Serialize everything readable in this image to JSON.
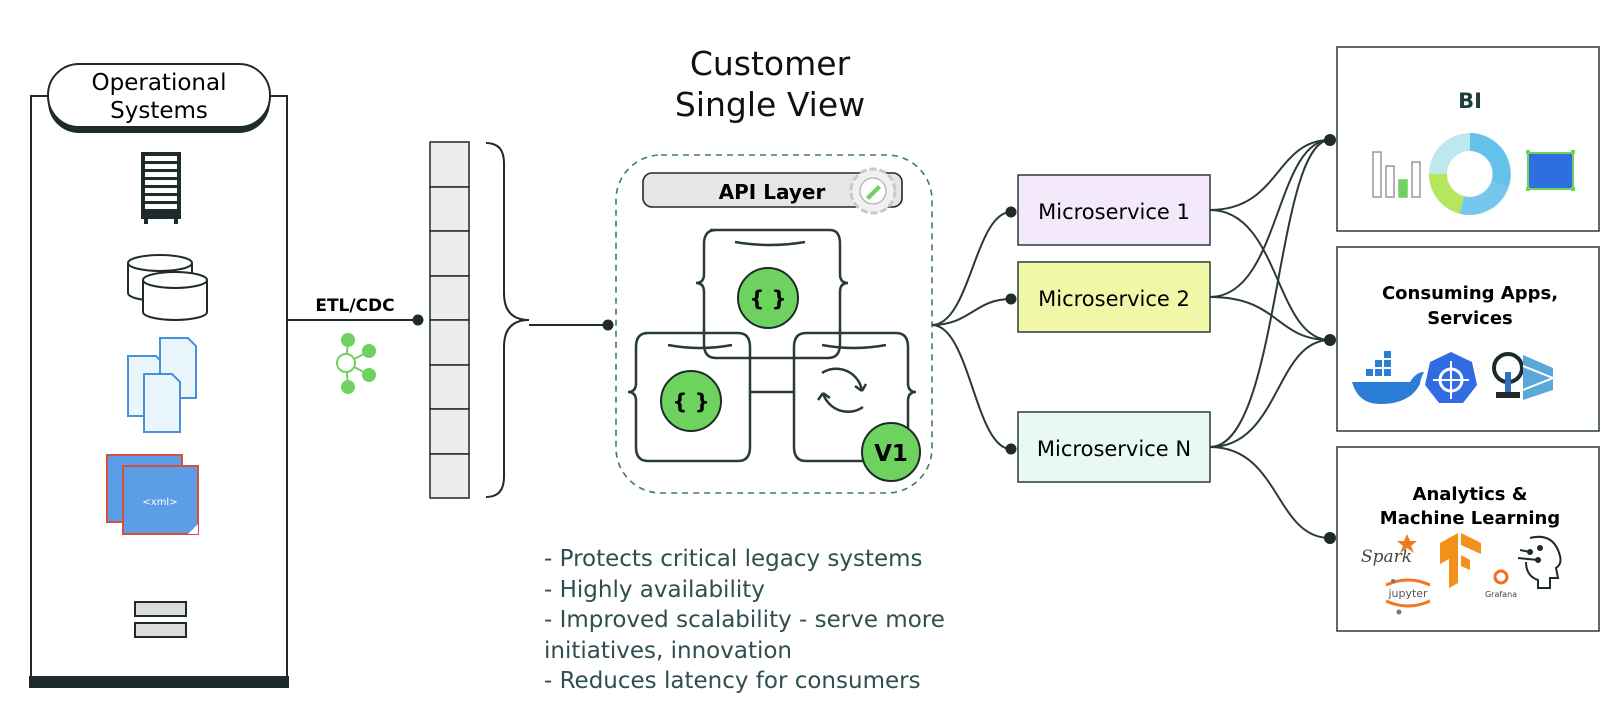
{
  "title": {
    "line1": "Customer",
    "line2": "Single View"
  },
  "operational_systems": {
    "title_line1": "Operational",
    "title_line2": "Systems",
    "icons": [
      "server-rack-icon",
      "database-icon",
      "documents-icon",
      "xml-file-icon",
      "storage-icon"
    ],
    "xml_label": "<xml>"
  },
  "etl": {
    "label": "ETL/CDC",
    "icon": "kafka-node-icon"
  },
  "queue": {
    "slots": 8
  },
  "api_layer": {
    "label": "API Layer",
    "icons": [
      "gear-icon",
      "json-object-icon",
      "sync-icon"
    ],
    "version_badge": "V1",
    "json_glyph": "{ }"
  },
  "microservices": [
    {
      "label": "Microservice 1",
      "color": "#f3e9fb"
    },
    {
      "label": "Microservice 2",
      "color": "#f0f8a8"
    },
    {
      "label": "Microservice N",
      "color": "#e8f8f4"
    }
  ],
  "consumers": [
    {
      "title_lines": [
        "BI"
      ],
      "icons": [
        "bar-chart-icon",
        "donut-chart-icon",
        "dashboard-icon"
      ]
    },
    {
      "title_lines": [
        "Consuming Apps,",
        "Services"
      ],
      "icons": [
        "docker-icon",
        "kubernetes-icon",
        "istio-icon"
      ]
    },
    {
      "title_lines": [
        "Analytics &",
        "Machine Learning"
      ],
      "icons": [
        "spark-icon",
        "tensorflow-icon",
        "ml-brain-icon",
        "jupyter-icon",
        "grafana-icon"
      ],
      "icon_labels": {
        "spark": "Spark",
        "jupyter": "jupyter",
        "grafana": "Grafana"
      }
    }
  ],
  "benefits": [
    "- Protects critical legacy systems",
    "- Highly availability",
    "- Improved scalability - serve more initiatives, innovation",
    "- Reduces latency for consumers"
  ],
  "colors": {
    "accent_green": "#6ed35e",
    "dark": "#1f2a2a",
    "line": "#2a3a3a",
    "dashed_border": "#3c7f5c",
    "text_teal": "#1e3d3d"
  }
}
